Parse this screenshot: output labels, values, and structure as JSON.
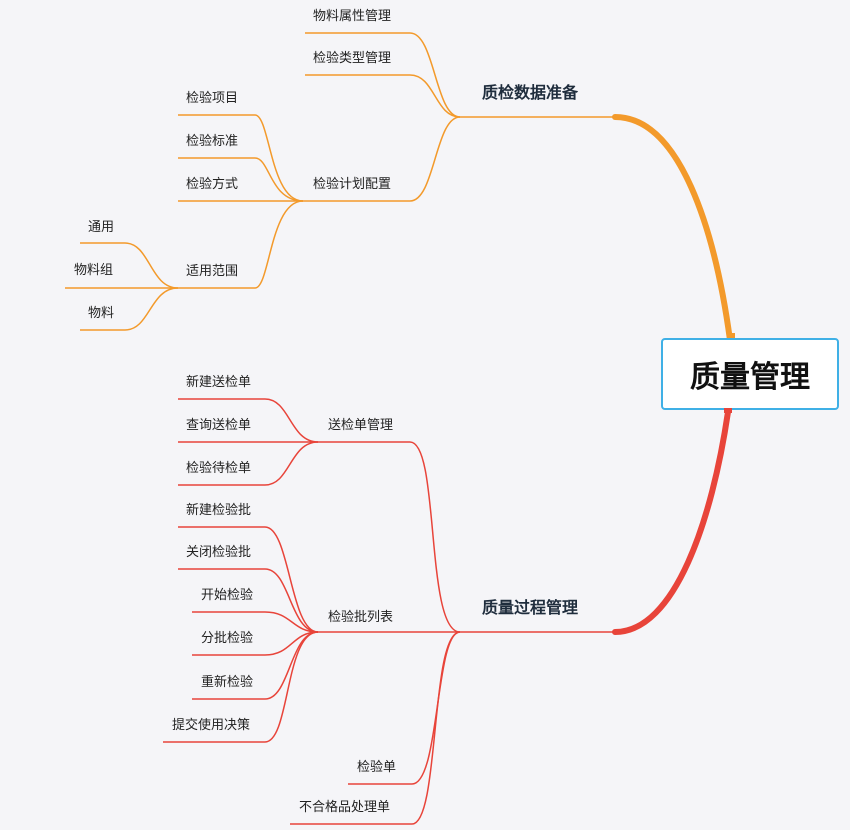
{
  "root": {
    "label": "质量管理"
  },
  "colors": {
    "orange": "#f39a2b",
    "red": "#e8443a",
    "root_border": "#3fb0e6"
  },
  "branches": [
    {
      "label": "质检数据准备",
      "color": "#f39a2b",
      "children": [
        {
          "label": "物料属性管理",
          "children": []
        },
        {
          "label": "检验类型管理",
          "children": []
        },
        {
          "label": "检验计划配置",
          "children": [
            {
              "label": "检验项目",
              "children": []
            },
            {
              "label": "检验标准",
              "children": []
            },
            {
              "label": "检验方式",
              "children": []
            },
            {
              "label": "适用范围",
              "children": [
                {
                  "label": "通用"
                },
                {
                  "label": "物料组"
                },
                {
                  "label": "物料"
                }
              ]
            }
          ]
        }
      ]
    },
    {
      "label": "质量过程管理",
      "color": "#e8443a",
      "children": [
        {
          "label": "送检单管理",
          "children": [
            {
              "label": "新建送检单"
            },
            {
              "label": "查询送检单"
            },
            {
              "label": "检验待检单"
            }
          ]
        },
        {
          "label": "检验批列表",
          "children": [
            {
              "label": "新建检验批"
            },
            {
              "label": "关闭检验批"
            },
            {
              "label": "开始检验"
            },
            {
              "label": "分批检验"
            },
            {
              "label": "重新检验"
            },
            {
              "label": "提交使用决策"
            }
          ]
        },
        {
          "label": "检验单",
          "children": []
        },
        {
          "label": "不合格品处理单",
          "children": []
        }
      ]
    }
  ]
}
